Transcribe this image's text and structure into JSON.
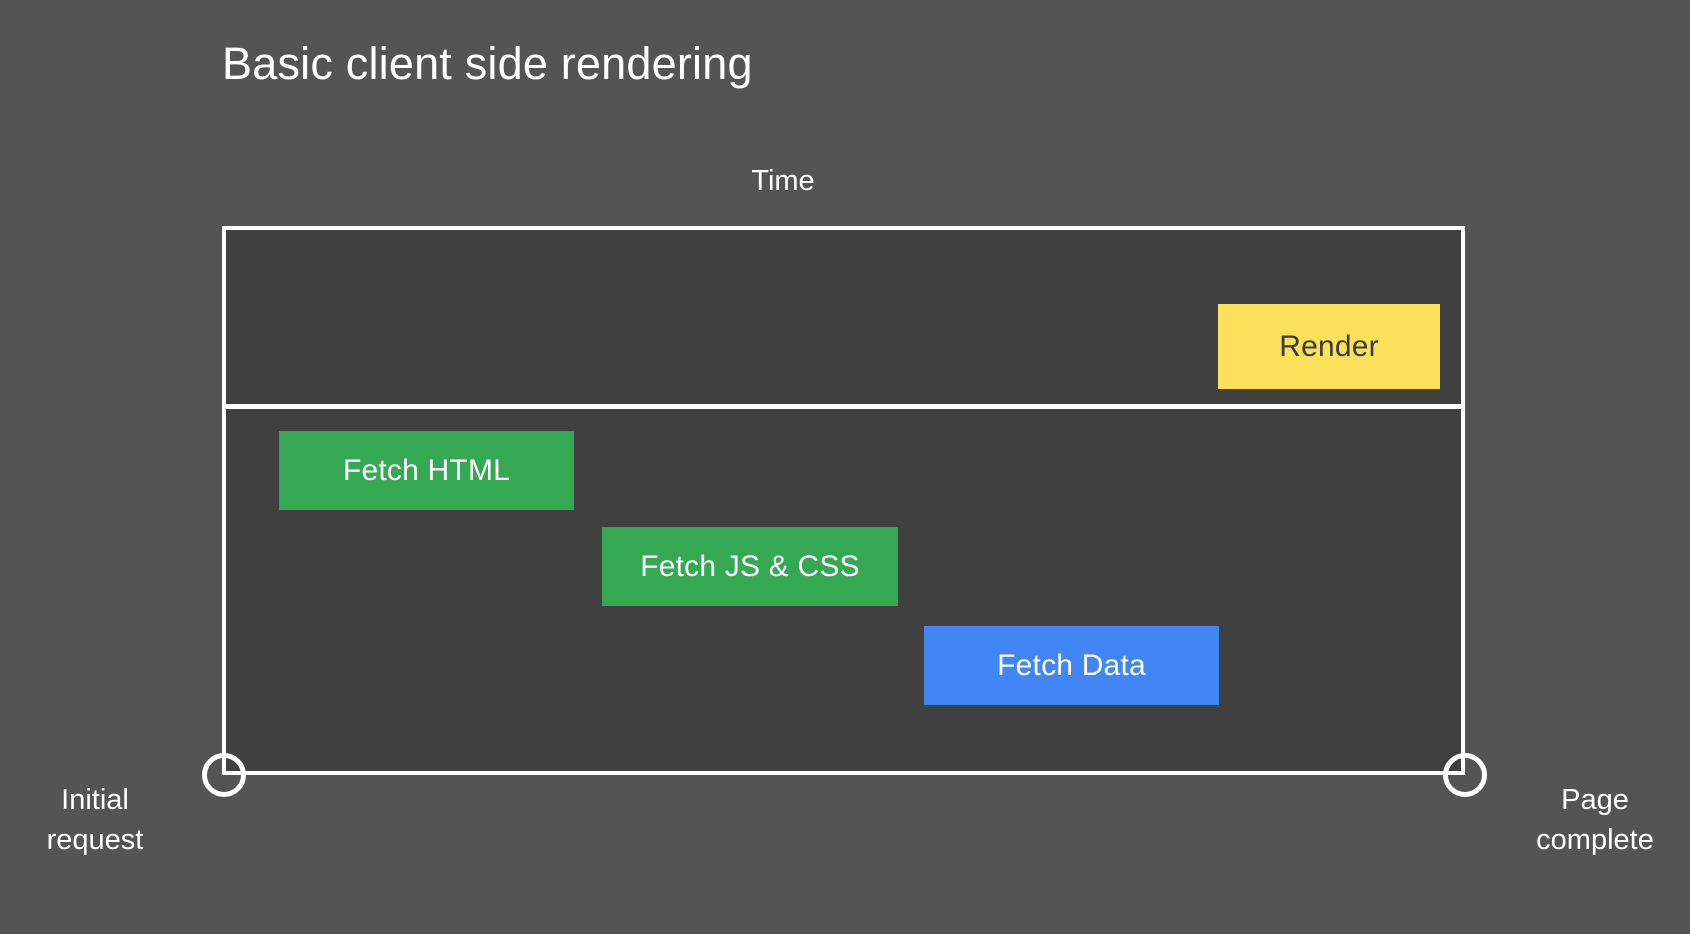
{
  "slide": {
    "title": "Basic client side rendering",
    "background_color": "#545454",
    "frame_fill_color": "#404040",
    "frame_border_color": "#ffffff"
  },
  "axis": {
    "time_label": "Time"
  },
  "endpoints": {
    "start": {
      "marker": "circle-marker",
      "caption_line_1": "Initial",
      "caption_line_2": "request"
    },
    "end": {
      "marker": "circle-marker",
      "caption_line_1": "Page",
      "caption_line_2": "complete"
    }
  },
  "chart_data": {
    "type": "bar",
    "title": "Basic client side rendering",
    "xlabel": "Time",
    "ylabel": "",
    "orientation": "horizontal-gantt",
    "grid": false,
    "legend": "none",
    "lanes": [
      {
        "name": "render-lane",
        "index": 0
      },
      {
        "name": "fetch-lane",
        "index": 1
      }
    ],
    "tasks": [
      {
        "label": "Render",
        "lane": "render-lane",
        "color": "#FBE05A",
        "text_color": "#3c3c3c",
        "start_pct": 80.1,
        "end_pct": 98.0
      },
      {
        "label": "Fetch HTML",
        "lane": "fetch-lane",
        "color": "#34A853",
        "text_color": "#ffffff",
        "start_pct": 4.6,
        "end_pct": 28.3
      },
      {
        "label": "Fetch JS & CSS",
        "lane": "fetch-lane",
        "color": "#34A853",
        "text_color": "#ffffff",
        "start_pct": 30.6,
        "end_pct": 54.4
      },
      {
        "label": "Fetch Data",
        "lane": "fetch-lane",
        "color": "#4285F4",
        "text_color": "#ffffff",
        "start_pct": 56.5,
        "end_pct": 80.2
      }
    ],
    "x_axis_start_label": "Initial request",
    "x_axis_end_label": "Page complete"
  }
}
